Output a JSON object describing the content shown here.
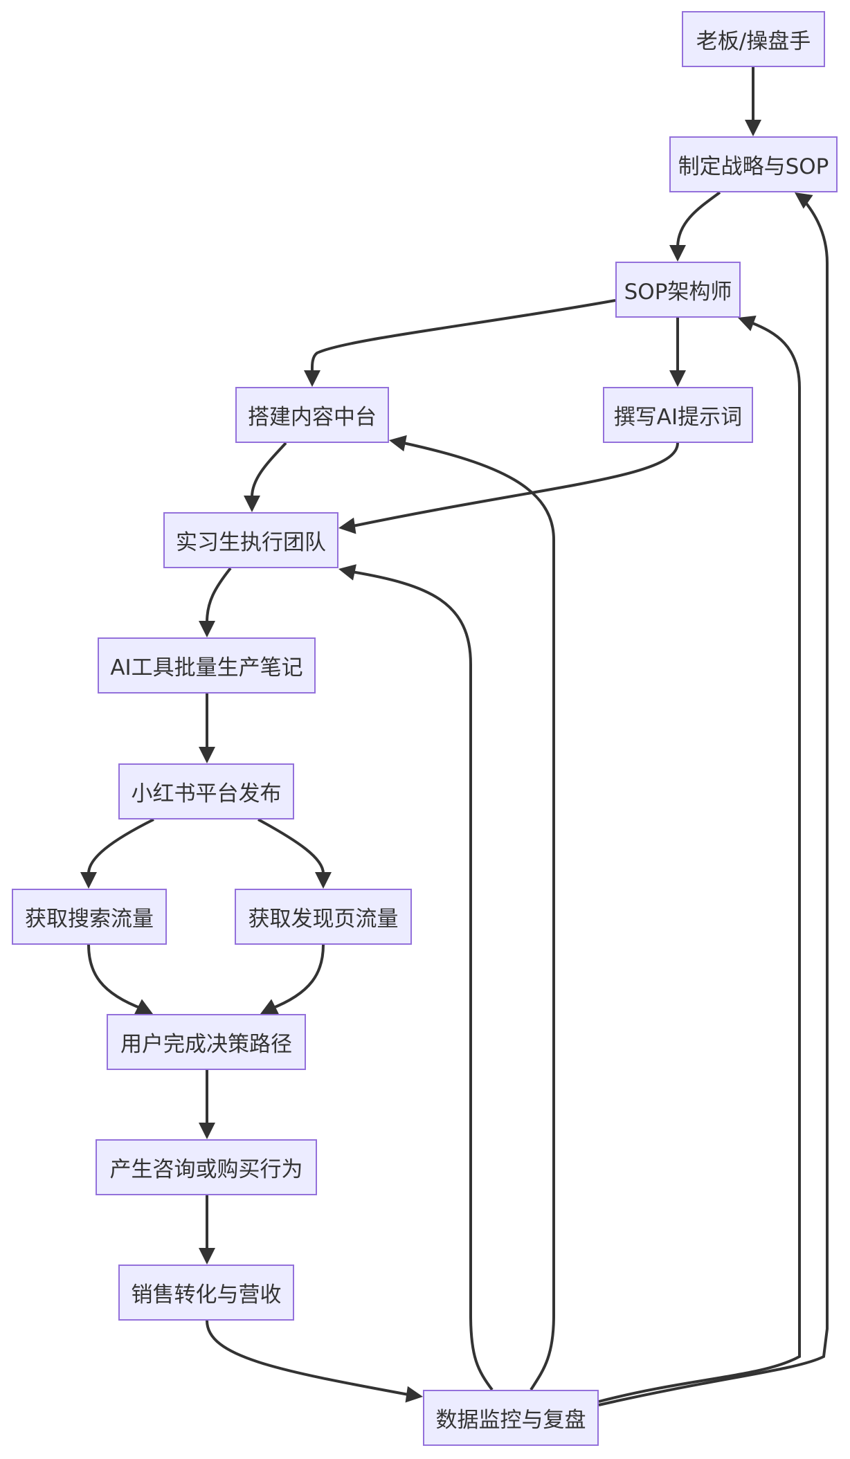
{
  "nodes": {
    "boss": "老板/操盘手",
    "strategy": "制定战略与SOP",
    "architect": "SOP架构师",
    "content_hub": "搭建内容中台",
    "prompt": "撰写AI提示词",
    "intern_team": "实习生执行团队",
    "ai_batch": "AI工具批量生产笔记",
    "publish": "小红书平台发布",
    "search_traffic": "获取搜索流量",
    "discover_traffic": "获取发现页流量",
    "decision": "用户完成决策路径",
    "inquiry": "产生咨询或购买行为",
    "sales": "销售转化与营收",
    "monitor": "数据监控与复盘"
  },
  "colors": {
    "node_fill": "#ECECFF",
    "node_border": "#9370DB",
    "edge": "#333333",
    "text": "#333333"
  }
}
